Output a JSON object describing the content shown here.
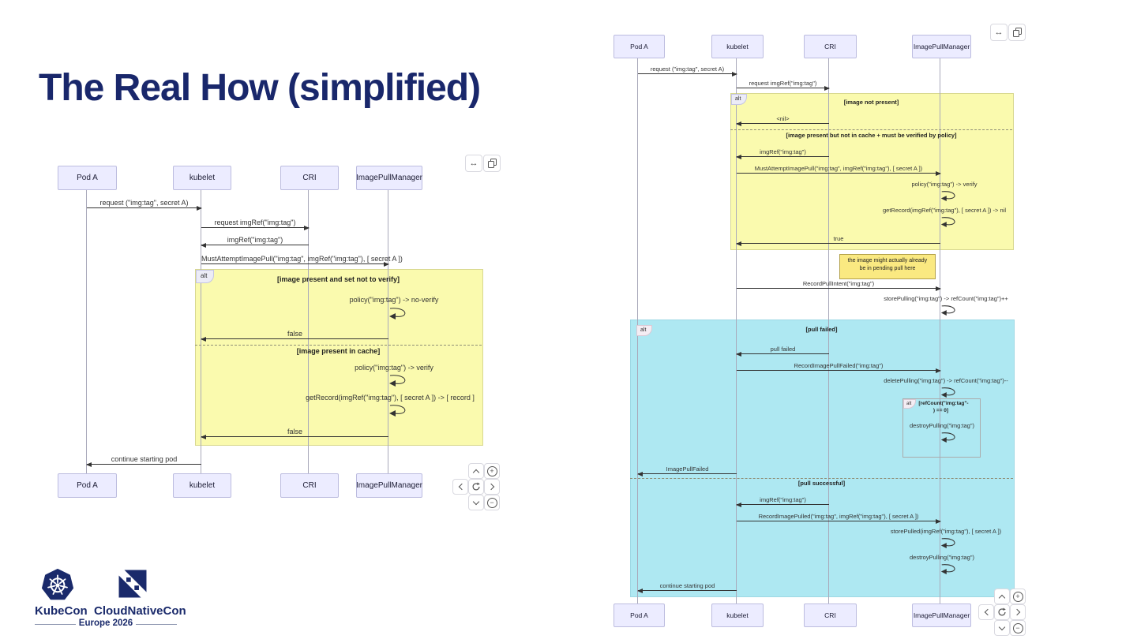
{
  "title": "The Real How (simplified)",
  "icons": {
    "fit_width": "↔",
    "zoom_in": "+",
    "zoom_out": "−"
  },
  "footer": {
    "kubecon_label": "KubeCon",
    "cloudnativecon_label": "CloudNativeCon",
    "event_label": "Europe 2026"
  },
  "left_diagram": {
    "actors": [
      "Pod A",
      "kubelet",
      "CRI",
      "ImagePullManager"
    ],
    "alt_tag": "alt",
    "messages": {
      "request_pod": "request (\"img:tag\", secret A)",
      "request_imgref": "request imgRef(\"img:tag\")",
      "imgref": "imgRef(\"img:tag\")",
      "must_attempt": "MustAttemptImagePull(\"img:tag\", imgRef(\"img:tag\"), [ secret A ])",
      "policy_no_verify": "policy(\"img:tag\") -> no-verify",
      "false1": "false",
      "policy_verify": "policy(\"img:tag\") -> verify",
      "get_record": "getRecord(imgRef(\"img:tag\"), [ secret A ]) -> [ record ]",
      "false2": "false",
      "continue": "continue starting pod"
    },
    "conditions": {
      "not_verify": "[image present and set not to verify]",
      "in_cache": "[image present in cache]"
    }
  },
  "right_diagram": {
    "actors": [
      "Pod A",
      "kubelet",
      "CRI",
      "ImagePullManager"
    ],
    "alt_tag": "alt",
    "messages": {
      "request_pod": "request (\"img:tag\", secret A)",
      "request_imgref": "request imgRef(\"img:tag\")",
      "nil_reply": "<nil>",
      "imgref": "imgRef(\"img:tag\")",
      "must_attempt": "MustAttemptImagePull(\"img:tag\", imgRef(\"img:tag\"), [ secret A ])",
      "policy_verify": "policy(\"img:tag\") -> verify",
      "get_record_nil": "getRecord(imgRef(\"img:tag\"), [ secret A ]) -> nil",
      "true_reply": "true",
      "record_pull_intent": "RecordPullIntent(\"img:tag\")",
      "store_pulling": "storePulling(\"img:tag\") -> refCount(\"img:tag\")++",
      "pull_failed": "pull failed",
      "record_pull_failed": "RecordImagePullFailed(\"img:tag\")",
      "delete_pulling": "deletePulling(\"img:tag\") -> refCount(\"img:tag\")--",
      "destroy_pulling": "destroyPulling(\"img:tag\")",
      "image_pull_failed": "ImagePullFailed",
      "imgref2": "imgRef(\"img:tag\")",
      "record_pulled": "RecordImagePulled(\"img:tag\", imgRef(\"img:tag\"), [ secret A ])",
      "store_pulled": "storePulled(imgRef(\"img:tag\"), [ secret A ])",
      "destroy_pulling2": "destroyPulling(\"img:tag\")",
      "continue": "continue starting pod"
    },
    "conditions": {
      "not_present": "[image not present]",
      "present_not_cache": "[image present but not in cache + must be verified by policy]",
      "pull_failed": "[pull failed]",
      "refcount_line1": "[refCount(\"img:tag\"-",
      "refcount_line2": ") == 0]",
      "pull_successful": "[pull successful]"
    },
    "note": {
      "line1": "the image might actually already",
      "line2": "be in pending pull here"
    }
  }
}
